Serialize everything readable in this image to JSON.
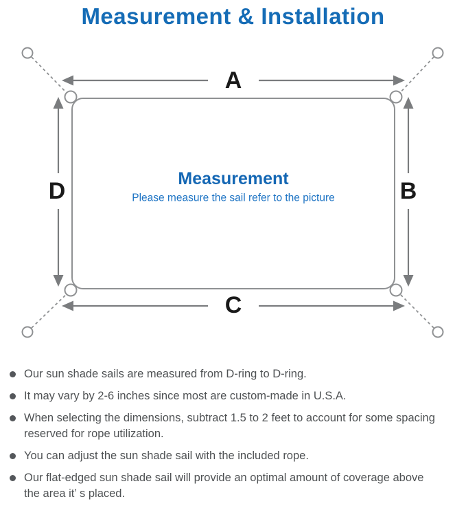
{
  "title": "Measurement & Installation",
  "diagram": {
    "label_a": "A",
    "label_b": "B",
    "label_c": "C",
    "label_d": "D",
    "center_title": "Measurement",
    "center_subtitle": "Please measure the sail refer to the picture"
  },
  "notes": [
    "Our sun shade sails are measured from D-ring to D-ring.",
    "It may vary by 2-6 inches since most are custom-made in U.S.A.",
    "When selecting the dimensions, subtract 1.5 to 2 feet to account for some spacing\nreserved for rope utilization.",
    "You can adjust the sun shade sail with the included rope.",
    "Our flat-edged sun shade sail will provide an optimal amount of coverage above\nthe area it’ s placed."
  ],
  "colors": {
    "title_blue": "#156cb6",
    "center_title_blue": "#1467b4",
    "subtitle_blue": "#1e74c4",
    "diagram_line_gray": "#8f9193",
    "arrow_gray": "#7a7c7e",
    "note_text_gray": "#4f5254",
    "dim_label_black": "#1a1a1a"
  }
}
